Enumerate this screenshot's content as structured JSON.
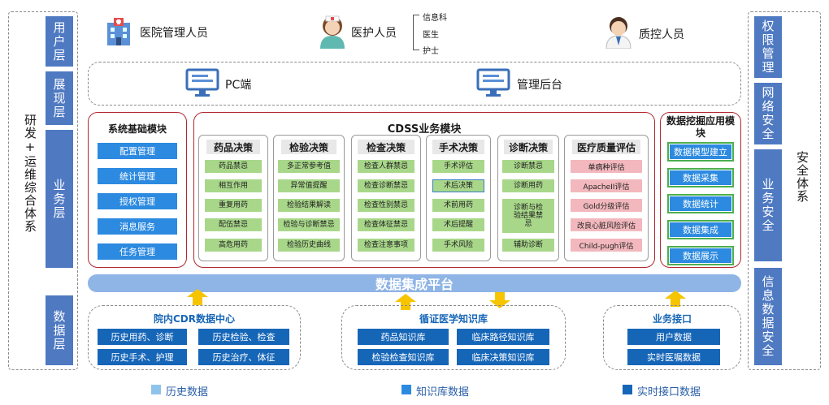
{
  "left_panel": {
    "title": "研发+运维综合体系",
    "layers": [
      "用户层",
      "展现层",
      "业务层",
      "数据层"
    ]
  },
  "right_panel": {
    "title": "安全体系",
    "layers": [
      "权限管理",
      "网络安全",
      "业务安全",
      "信息数据安全"
    ]
  },
  "users": {
    "hospital_admin": "医院管理人员",
    "medical_staff": "医护人员",
    "medical_staff_sub": [
      "信息科",
      "医生",
      "护士"
    ],
    "qc_staff": "质控人员"
  },
  "display": {
    "pc": "PC端",
    "admin": "管理后台"
  },
  "system_base": {
    "title": "系统基础模块",
    "items": [
      "配置管理",
      "统计管理",
      "授权管理",
      "消息服务",
      "任务管理"
    ]
  },
  "cdss": {
    "title": "CDSS业务模块",
    "columns": [
      {
        "title": "药品决策",
        "items": [
          "药品禁忌",
          "相互作用",
          "重复用药",
          "配伍禁忌",
          "高危用药"
        ]
      },
      {
        "title": "检验决策",
        "items": [
          "多正常参考值",
          "异常值提醒",
          "检验结果解读",
          "检验与诊断禁忌",
          "检验历史曲线"
        ]
      },
      {
        "title": "检查决策",
        "items": [
          "检查人群禁忌",
          "检查诊断禁忌",
          "检查性别禁忌",
          "检查体征禁忌",
          "检查注意事项"
        ]
      },
      {
        "title": "手术决策",
        "items": [
          "手术评估",
          "术后决策",
          "术前用药",
          "术后提醒",
          "手术风险"
        ]
      },
      {
        "title": "诊断决策",
        "items": [
          "诊断禁忌",
          "诊断用药",
          "诊断与检验结果禁忌",
          "辅助诊断"
        ]
      },
      {
        "title": "医疗质量评估",
        "items": [
          "单病种评估",
          "ApacheII评估",
          "Gold分级评估",
          "改良心脏风险评估",
          "Child-pugh评估"
        ]
      }
    ]
  },
  "mining": {
    "title": "数据挖掘应用模块",
    "items": [
      "数据模型建立",
      "数据采集",
      "数据统计",
      "数据集成",
      "数据展示"
    ]
  },
  "platform": {
    "title": "数据集成平台"
  },
  "data_sources": {
    "cdr": {
      "title": "院内CDR数据中心",
      "items": [
        "历史用药、诊断",
        "历史检验、检查",
        "历史手术、护理",
        "历史治疗、体征"
      ]
    },
    "knowledge": {
      "title": "循证医学知识库",
      "items": [
        "药品知识库",
        "临床路径知识库",
        "检验检查知识库",
        "临床决策知识库"
      ]
    },
    "interface": {
      "title": "业务接口",
      "items": [
        "用户数据",
        "实时医嘱数据"
      ]
    }
  },
  "legend": [
    {
      "label": "历史数据",
      "color": "#8fc4ea"
    },
    {
      "label": "知识库数据",
      "color": "#2c8ae0"
    },
    {
      "label": "实时接口数据",
      "color": "#1666b8"
    }
  ],
  "colors": {
    "accent_red": "#b0272f",
    "primary_blue": "#2c8ae0",
    "dark_blue": "#1666b8",
    "layer_blue": "#4f7ac2",
    "green": "#a8d78a",
    "pink": "#f2b8bd"
  }
}
